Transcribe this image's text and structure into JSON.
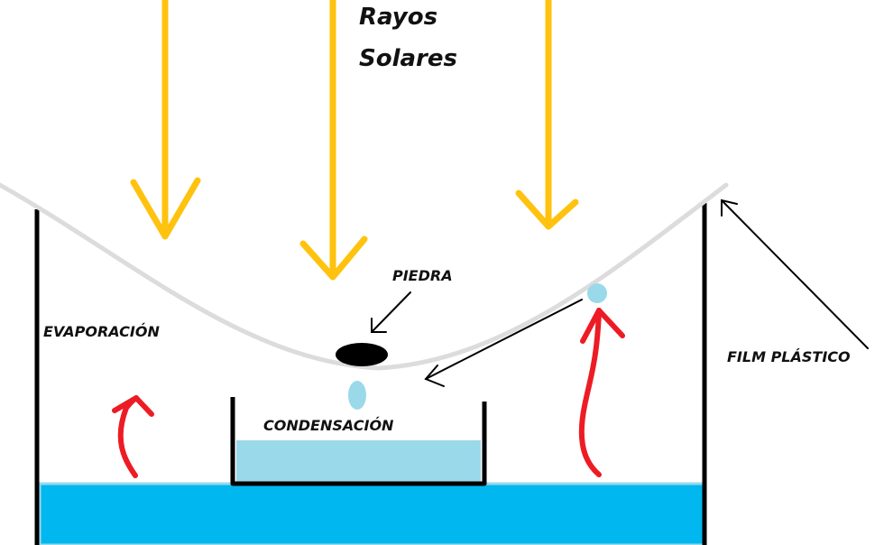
{
  "labels": {
    "title_line1": "Rayos",
    "title_line2": "Solares",
    "stone": "PIEDRA",
    "evaporation": "EVAPORACIÓN",
    "condensation": "CONDENSACIÓN",
    "film": "FILM PLÁSTICO"
  },
  "colors": {
    "sun_rays": "#ffc20e",
    "water": "#00b7ef",
    "collected_water": "#9ad9ea",
    "film": "#dcdcdc",
    "evaporation_arrows": "#ed1c24",
    "outline": "#000000"
  }
}
